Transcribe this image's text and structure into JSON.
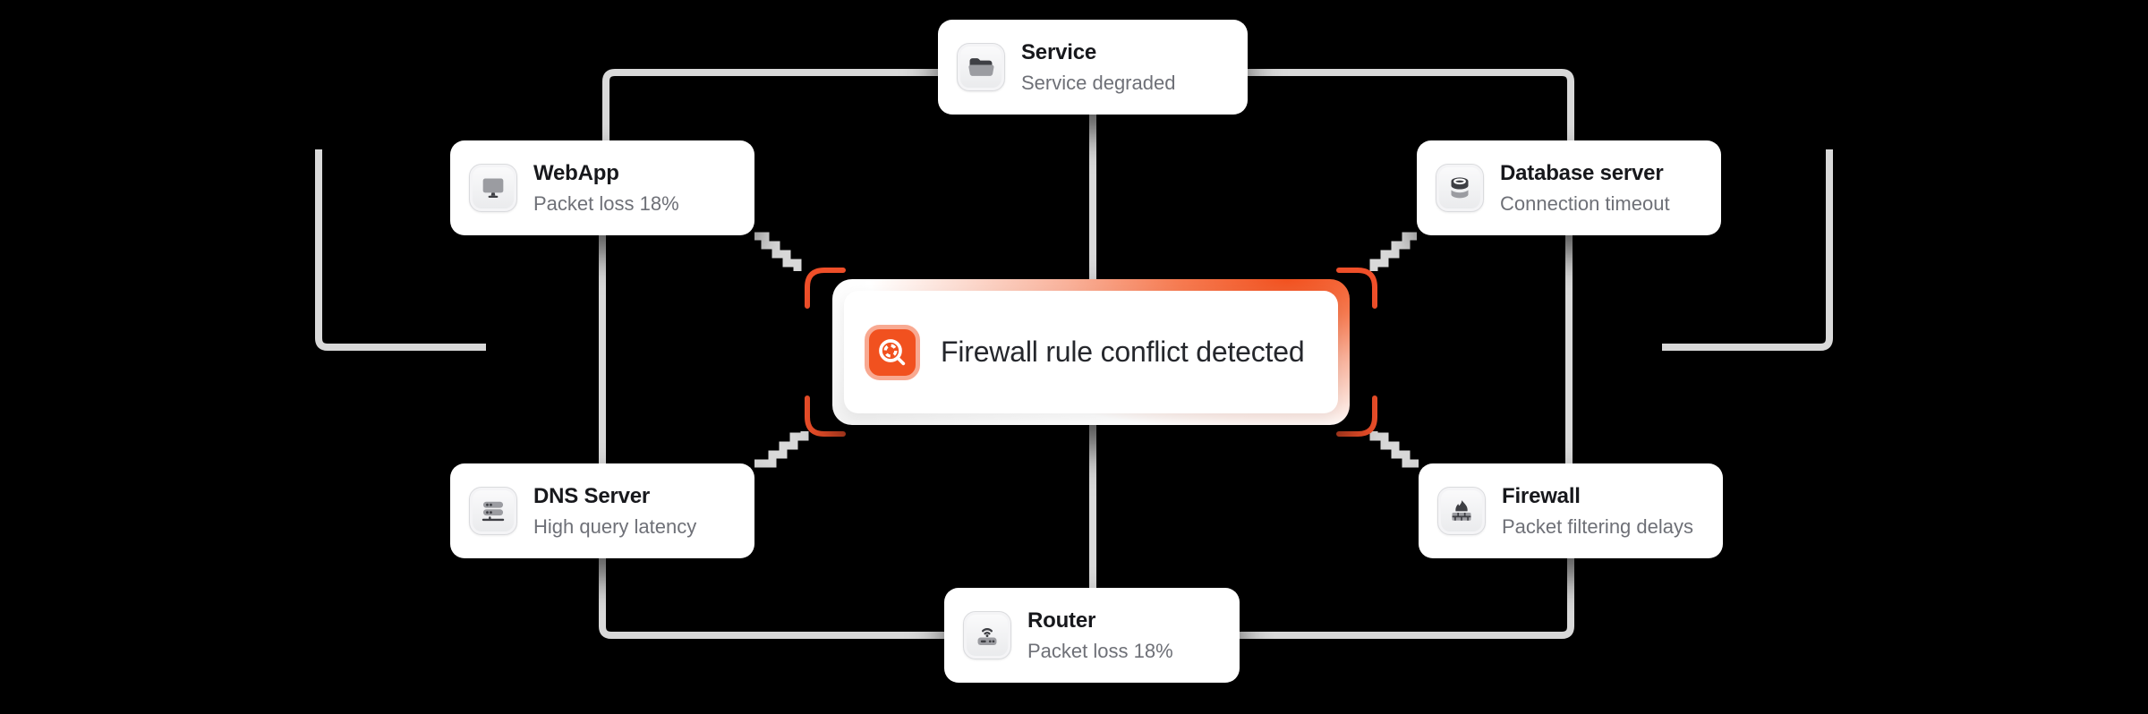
{
  "theme": {
    "background": "#000000",
    "connector": "#d9d9d9",
    "card_bg": "#ffffff",
    "title_color": "#17181c",
    "status_color": "#6e7077",
    "accent_orange": "#F1511F",
    "accent_soft": "#F9B29B",
    "bracket_color": "#F1502A"
  },
  "alert": {
    "title": "Firewall rule conflict detected",
    "icon": "scan-search-icon"
  },
  "nodes": [
    {
      "id": "service",
      "title": "Service",
      "status": "Service degraded",
      "icon": "open-folder-icon"
    },
    {
      "id": "webapp",
      "title": "WebApp",
      "status": "Packet loss 18%",
      "icon": "desktop-monitor-icon"
    },
    {
      "id": "database",
      "title": "Database server",
      "status": "Connection timeout",
      "icon": "database-icon"
    },
    {
      "id": "dns",
      "title": "DNS Server",
      "status": "High query latency",
      "icon": "server-rack-icon"
    },
    {
      "id": "firewall",
      "title": "Firewall",
      "status": "Packet filtering delays",
      "icon": "firewall-brick-icon"
    },
    {
      "id": "router",
      "title": "Router",
      "status": "Packet loss 18%",
      "icon": "wifi-router-icon"
    }
  ]
}
